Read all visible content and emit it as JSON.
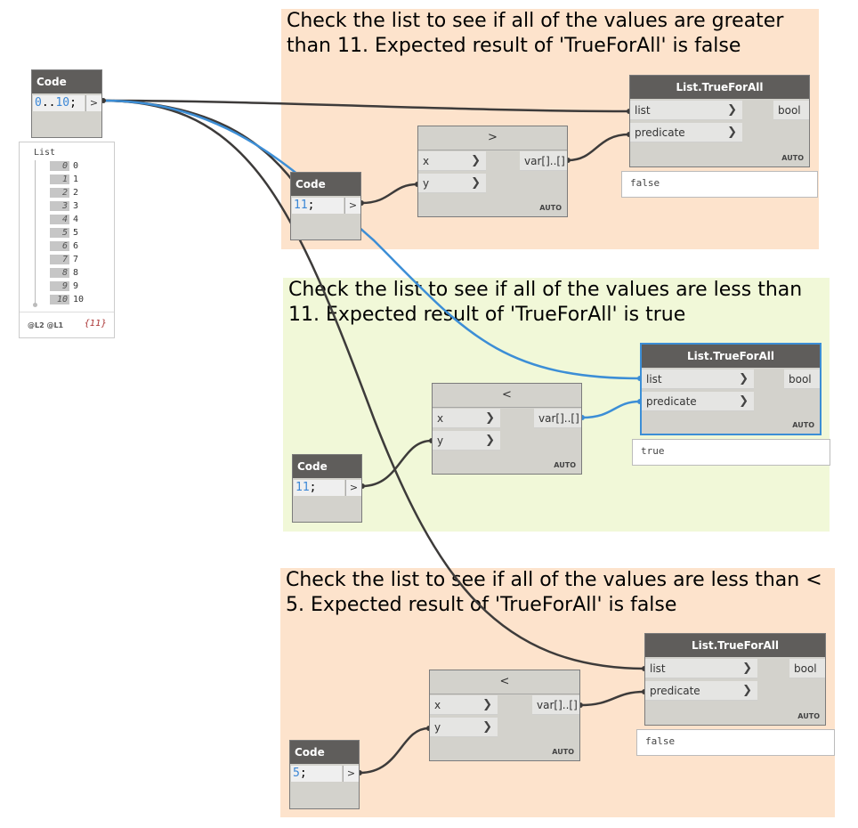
{
  "groups": [
    {
      "title": "Check the list to see if all of the values are greater than 11. Expected result of 'TrueForAll' is false",
      "color": "#fde3cc"
    },
    {
      "title": "Check the list to see if all of the values are less than 11. Expected result of 'TrueForAll' is true",
      "color": "#f1f8d8"
    },
    {
      "title": "Check the list to see if all of the values are less than < 5. Expected result of 'TrueForAll' is false",
      "color": "#fde3cc"
    }
  ],
  "code_block_main": {
    "title": "Code Block",
    "code_start": "0",
    "code_mid": "..",
    "code_end": "10",
    "code_suffix": ";",
    "out": ">"
  },
  "watch": {
    "title": "List",
    "items": [
      {
        "idx": "0",
        "val": "0"
      },
      {
        "idx": "1",
        "val": "1"
      },
      {
        "idx": "2",
        "val": "2"
      },
      {
        "idx": "3",
        "val": "3"
      },
      {
        "idx": "4",
        "val": "4"
      },
      {
        "idx": "5",
        "val": "5"
      },
      {
        "idx": "6",
        "val": "6"
      },
      {
        "idx": "7",
        "val": "7"
      },
      {
        "idx": "8",
        "val": "8"
      },
      {
        "idx": "9",
        "val": "9"
      },
      {
        "idx": "10",
        "val": "10"
      }
    ],
    "levels": "@L2 @L1",
    "count": "{11}"
  },
  "section1": {
    "code_block": {
      "title": "Code Block",
      "code": "11",
      "suffix": ";",
      "out": ">"
    },
    "compare": {
      "title": ">",
      "x": "x",
      "y": "y",
      "out": "var[]..[]",
      "auto": "AUTO"
    },
    "truefor": {
      "title": "List.TrueForAll",
      "list": "list",
      "predicate": "predicate",
      "out": "bool",
      "auto": "AUTO"
    },
    "result": "false"
  },
  "section2": {
    "code_block": {
      "title": "Code Block",
      "code": "11",
      "suffix": ";",
      "out": ">"
    },
    "compare": {
      "title": "<",
      "x": "x",
      "y": "y",
      "out": "var[]..[]",
      "auto": "AUTO"
    },
    "truefor": {
      "title": "List.TrueForAll",
      "list": "list",
      "predicate": "predicate",
      "out": "bool",
      "auto": "AUTO"
    },
    "result": "true"
  },
  "section3": {
    "code_block": {
      "title": "Code Block",
      "code": "5",
      "suffix": ";",
      "out": ">"
    },
    "compare": {
      "title": "<",
      "x": "x",
      "y": "y",
      "out": "var[]..[]",
      "auto": "AUTO"
    },
    "truefor": {
      "title": "List.TrueForAll",
      "list": "list",
      "predicate": "predicate",
      "out": "bool",
      "auto": "AUTO"
    },
    "result": "false"
  },
  "colors": {
    "wire": "#3d3b3a",
    "selected_wire": "#3c8ed6",
    "selected_node_border": "#3c8ed6",
    "number": "#3b87d6"
  }
}
